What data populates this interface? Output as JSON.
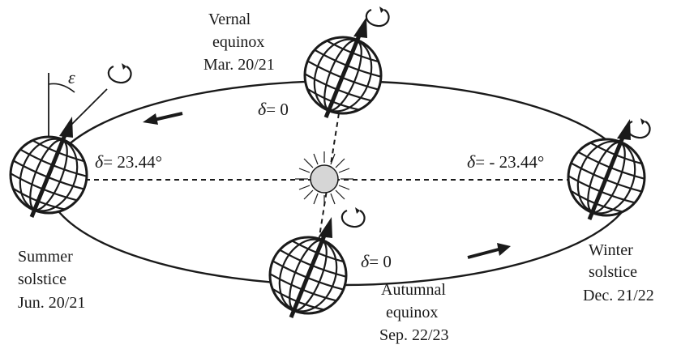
{
  "diagram": {
    "vernal": {
      "line1": "Vernal",
      "line2": "equinox",
      "date": "Mar. 20/21",
      "declination_symbol": "δ",
      "declination_value": "= 0"
    },
    "summer": {
      "line1": "Summer",
      "line2": "solstice",
      "date": "Jun. 20/21",
      "declination_symbol": "δ",
      "declination_value": "= 23.44°"
    },
    "autumnal": {
      "line1": "Autumnal",
      "line2": "equinox",
      "date": "Sep. 22/23",
      "declination_symbol": "δ",
      "declination_value": "= 0"
    },
    "winter": {
      "line1": "Winter",
      "line2": "solstice",
      "date": "Dec. 21/22",
      "declination_symbol": "δ",
      "declination_value": "= - 23.44°"
    },
    "tilt_symbol": "ε"
  },
  "colors": {
    "ink": "#1a1a1a",
    "sun_fill": "#d6d6d6",
    "background": "#ffffff"
  }
}
